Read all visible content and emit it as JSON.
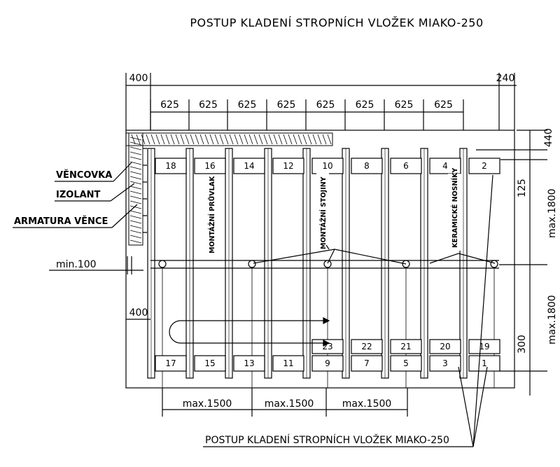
{
  "title": "POSTUP KLADENÍ STROPNÍCH VLOŽEK MIAKO-250",
  "bottom_title": "POSTUP KLADENÍ STROPNÍCH VLOŽEK MIAKO-250",
  "dims": {
    "left_offset": "400",
    "right_offset": "240",
    "spacing": [
      "625",
      "625",
      "625",
      "625",
      "625",
      "625",
      "625",
      "625"
    ],
    "right_440": "440",
    "right_125": "125",
    "right_max1800_top": "max.1800",
    "right_max1800_bottom": "max.1800",
    "right_300": "300",
    "min100": "min.100",
    "inner_400": "400",
    "bottom_max": [
      "max.1500",
      "max.1500",
      "max.1500"
    ]
  },
  "labels": {
    "vencovka": "VĚNCOVKA",
    "izolant": "IZOLANT",
    "armatura": "ARMATURA VĚNCE"
  },
  "notes": {
    "provlak": "MONTÁŽNÍ PRŮVLAK",
    "stojiny": "MONTÁŽNÍ STOJINY",
    "nosniky": "KERAMICKÉ NOSNÍKY"
  },
  "top_blocks": [
    "18",
    "16",
    "14",
    "12",
    "10",
    "8",
    "6",
    "4",
    "2"
  ],
  "bottom_blocks": [
    "17",
    "15",
    "13",
    "11",
    "9",
    "7",
    "5",
    "3",
    "1"
  ],
  "mid_blocks": [
    "23",
    "22",
    "21",
    "20",
    "19"
  ]
}
